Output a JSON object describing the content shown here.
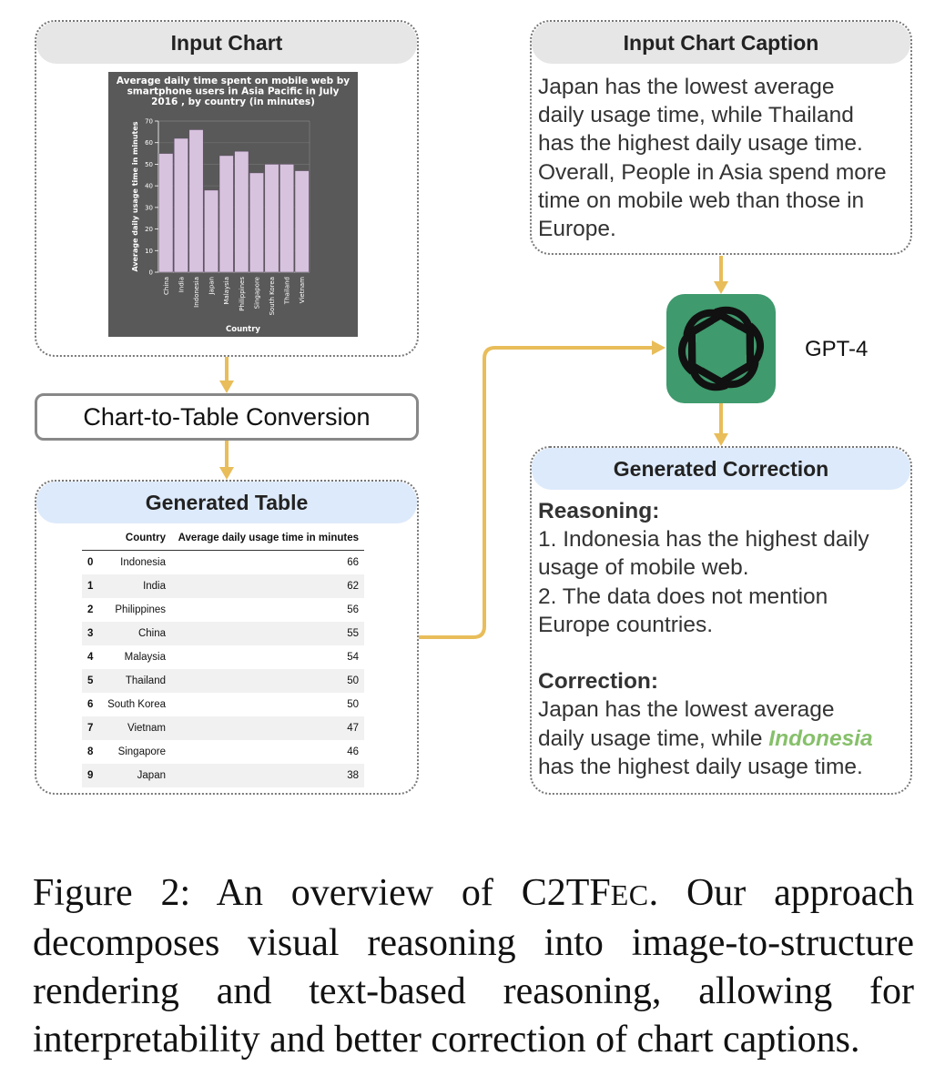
{
  "input_chart": {
    "header": "Input Chart"
  },
  "chart_data": {
    "type": "bar",
    "title": "Average daily time spent on mobile web by smartphone users in Asia Pacific in July 2016 , by country (in minutes)",
    "title_lines": [
      "Average daily time spent on mobile web by",
      "smartphone users in Asia Pacific in July",
      "2016 , by country (in minutes)"
    ],
    "xlabel": "Country",
    "ylabel": "Average daily usage time in minutes",
    "categories": [
      "China",
      "India",
      "Indonesia",
      "Japan",
      "Malaysia",
      "Philippines",
      "Singapore",
      "South Korea",
      "Thailand",
      "Vietnam"
    ],
    "values": [
      55,
      62,
      66,
      38,
      54,
      56,
      46,
      50,
      50,
      47
    ],
    "ylim": [
      0,
      70
    ],
    "yticks": [
      0,
      10,
      20,
      30,
      40,
      50,
      60,
      70
    ],
    "grid": true,
    "colors": {
      "background": "#595959",
      "bar": "#d8c3df",
      "text": "#ffffff"
    }
  },
  "conversion": {
    "label": "Chart-to-Table Conversion"
  },
  "generated_table": {
    "header": "Generated Table",
    "columns": [
      "Country",
      "Average daily usage time in minutes"
    ],
    "rows": [
      {
        "idx": "0",
        "country": "Indonesia",
        "value": "66"
      },
      {
        "idx": "1",
        "country": "India",
        "value": "62"
      },
      {
        "idx": "2",
        "country": "Philippines",
        "value": "56"
      },
      {
        "idx": "3",
        "country": "China",
        "value": "55"
      },
      {
        "idx": "4",
        "country": "Malaysia",
        "value": "54"
      },
      {
        "idx": "5",
        "country": "Thailand",
        "value": "50"
      },
      {
        "idx": "6",
        "country": "South Korea",
        "value": "50"
      },
      {
        "idx": "7",
        "country": "Vietnam",
        "value": "47"
      },
      {
        "idx": "8",
        "country": "Singapore",
        "value": "46"
      },
      {
        "idx": "9",
        "country": "Japan",
        "value": "38"
      }
    ]
  },
  "input_caption": {
    "header": "Input Chart Caption",
    "lines": [
      "Japan has the lowest average",
      "daily usage time, while Thailand",
      "has the highest daily usage time.",
      "Overall, People in Asia spend more",
      "time on mobile web than those in",
      "Europe."
    ]
  },
  "model": {
    "label": "GPT-4",
    "icon": "openai-logo-icon",
    "color": "#3f9a6d"
  },
  "generated_correction": {
    "header": "Generated Correction",
    "reasoning_title": "Reasoning:",
    "reasoning_lines": [
      "1. Indonesia has the highest daily",
      "usage of mobile web.",
      "2. The data does not mention",
      "Europe countries."
    ],
    "correction_title": "Correction:",
    "correction_line1": "Japan has the lowest average",
    "correction_line2_pre": "daily usage time, while ",
    "correction_highlight": "Indonesia",
    "correction_line3": "has the highest daily usage time.",
    "highlight_color": "#86c06a"
  },
  "figure_caption": {
    "line1_a": "Figure 2:  An overview of C2TF",
    "line1_sc": "EC",
    "line1_b": ".  Our approach",
    "line2": "decomposes visual reasoning into image-to-structure",
    "line3": "rendering and text-based reasoning, allowing for",
    "line4": "interpretability and better correction of chart captions."
  },
  "colors": {
    "arrow": "#e8bd5a",
    "pill_gray": "#e6e6e6",
    "pill_blue": "#ddeafb"
  }
}
